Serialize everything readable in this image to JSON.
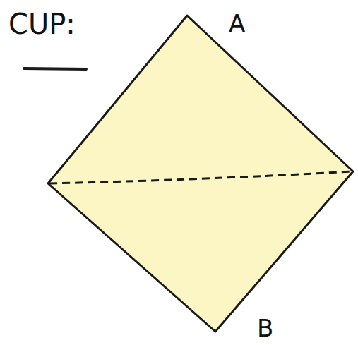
{
  "diagram": {
    "title": "CUP:",
    "labels": [
      "A",
      "B"
    ]
  }
}
